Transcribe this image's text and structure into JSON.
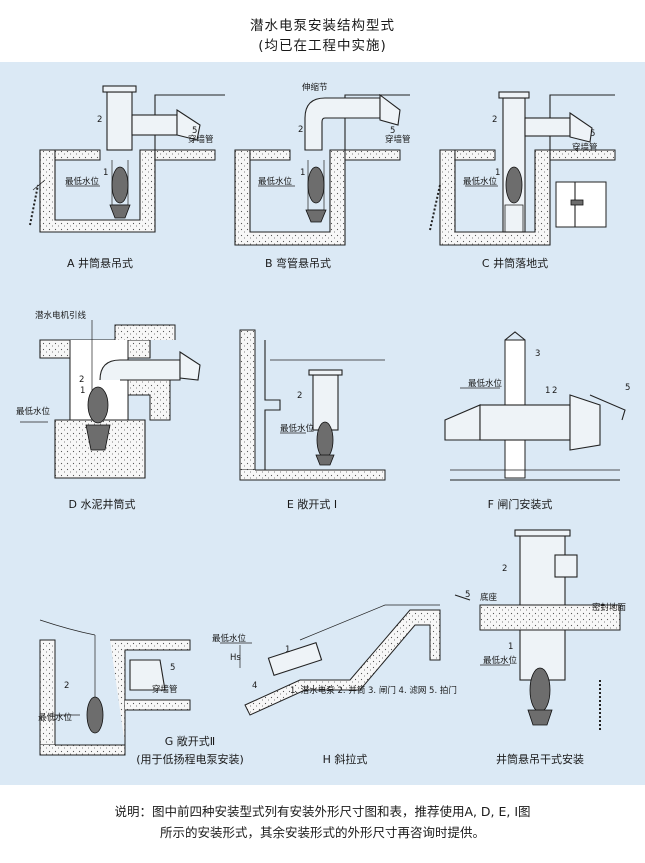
{
  "header": {
    "title": "潜水电泵安装结构型式",
    "subtitle": "(均已在工程中实施)"
  },
  "diagrams": [
    {
      "id": "A",
      "caption": "A 井筒悬吊式",
      "labels": {
        "pipe": "穿墙管",
        "level": "最低水位",
        "n1": "1",
        "n2": "2",
        "n5": "5"
      }
    },
    {
      "id": "B",
      "caption": "B 弯管悬吊式",
      "labels": {
        "joint": "伸缩节",
        "pipe": "穿墙管",
        "level": "最低水位",
        "n1": "1",
        "n2": "2",
        "n5": "5"
      }
    },
    {
      "id": "C",
      "caption": "C 井筒落地式",
      "labels": {
        "pipe": "穿墙管",
        "level": "最低水位",
        "n1": "1",
        "n2": "2",
        "n5": "5"
      }
    },
    {
      "id": "D",
      "caption": "D 水泥井筒式",
      "labels": {
        "cable": "潜水电机引线",
        "level": "最低水位",
        "n1": "1",
        "n2": "2"
      }
    },
    {
      "id": "E",
      "caption": "E 敞开式 I",
      "labels": {
        "level": "最低水位",
        "n2": "2"
      }
    },
    {
      "id": "F",
      "caption": "F 闸门安装式",
      "labels": {
        "level": "最低水位",
        "n1": "1",
        "n2": "2",
        "n3": "3",
        "n5": "5"
      }
    },
    {
      "id": "G",
      "caption": "G 敞开式Ⅱ",
      "caption2": "(用于低扬程电泵安装)",
      "labels": {
        "pipe": "穿墙管",
        "level": "最低水位",
        "n2": "2",
        "n5": "5"
      }
    },
    {
      "id": "H",
      "caption": "H 斜拉式",
      "labels": {
        "level": "最低水位",
        "hs": "Hs",
        "n1": "1",
        "n4": "4",
        "n5": "5",
        "legend": "1. 潜水电泵 2. 井筒 3. 闸门 4. 滤网 5. 拍门"
      }
    },
    {
      "id": "I",
      "caption": "井筒悬吊干式安装",
      "labels": {
        "base": "底座",
        "seal": "密封地面",
        "level": "最低水位",
        "n1": "1",
        "n2": "2"
      }
    }
  ],
  "footer": {
    "line1": "说明：图中前四种安装型式列有安装外形尺寸图和表，推荐使用A, D, E, I图",
    "line2": "所示的安装形式，其余安装形式的外形尺寸再咨询时提供。"
  }
}
